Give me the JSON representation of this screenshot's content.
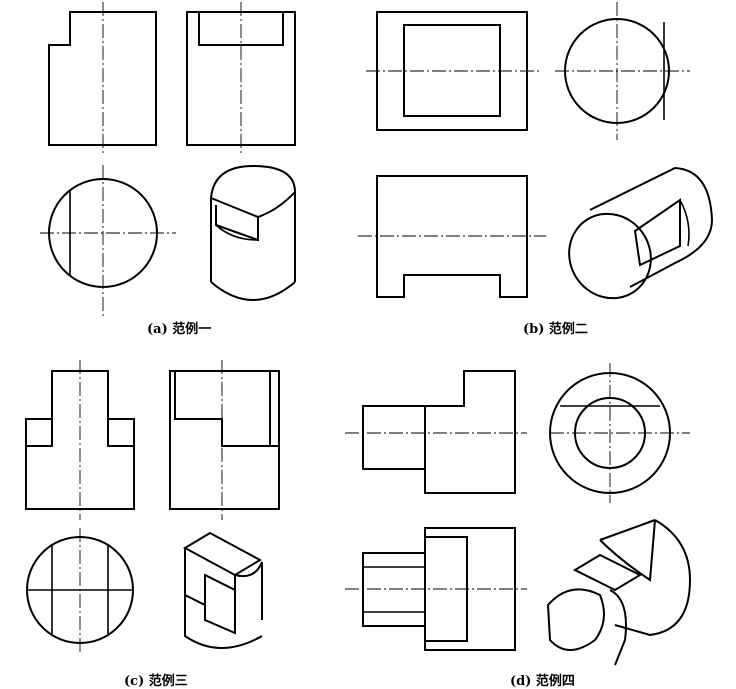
{
  "figure": {
    "panels": [
      {
        "id": "a",
        "caption": "(a) 范例一"
      },
      {
        "id": "b",
        "caption": "(b) 范例二"
      },
      {
        "id": "c",
        "caption": "(c) 范例三"
      },
      {
        "id": "d",
        "caption": "(d) 范例四"
      }
    ]
  }
}
